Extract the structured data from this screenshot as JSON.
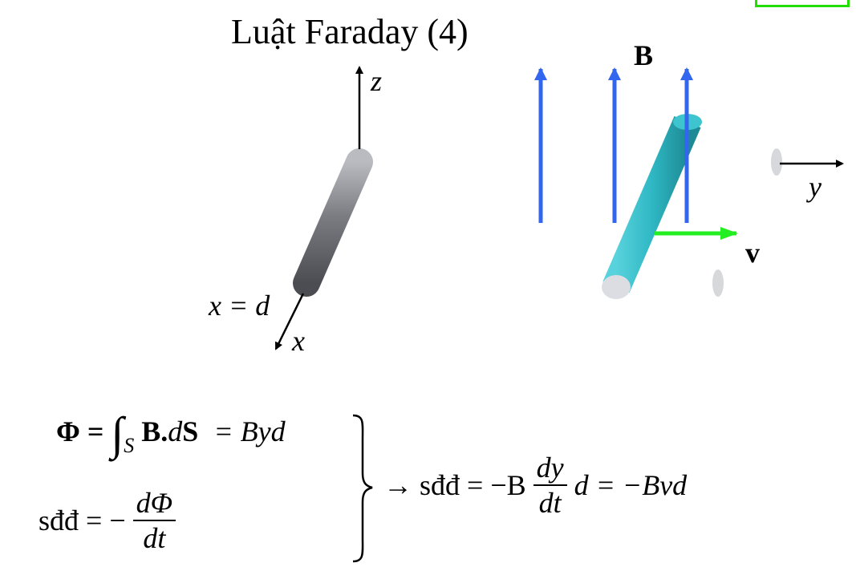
{
  "title": "Luật Faraday (4)",
  "labels": {
    "field": "B",
    "axis_z": "z",
    "axis_y": "y",
    "axis_x": "x",
    "velocity": "v",
    "x_eq_d": "x = d"
  },
  "equations": {
    "flux_lhs": "Φ =",
    "flux_integrand": "B.",
    "flux_d": "d",
    "flux_S": "S",
    "flux_sub": "S",
    "flux_rhs": "= Byd",
    "emf_lhs": "sđđ = −",
    "emf_num": "dΦ",
    "emf_den": "dt",
    "result_arrow": "→",
    "result_lhs": "sđđ = −B",
    "result_num": "dy",
    "result_den": "dt",
    "result_rhs": "d = −Bvd"
  },
  "colors": {
    "field_arrows": "#3366ee",
    "velocity_arrow": "#22ee22",
    "rails": "#7a7c82",
    "moving_rod": "#2fb8c4",
    "accent_box": "#22dd00"
  }
}
